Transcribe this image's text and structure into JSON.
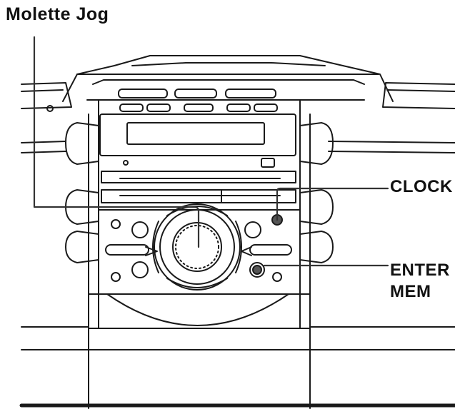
{
  "labels": {
    "jog_dial": "Molette Jog",
    "clock": "CLOCK",
    "enter_line1": "ENTER",
    "enter_line2": "MEM"
  },
  "colors": {
    "line": "#1a1a1a",
    "fill": "#ffffff",
    "callout_button": "#555555"
  }
}
